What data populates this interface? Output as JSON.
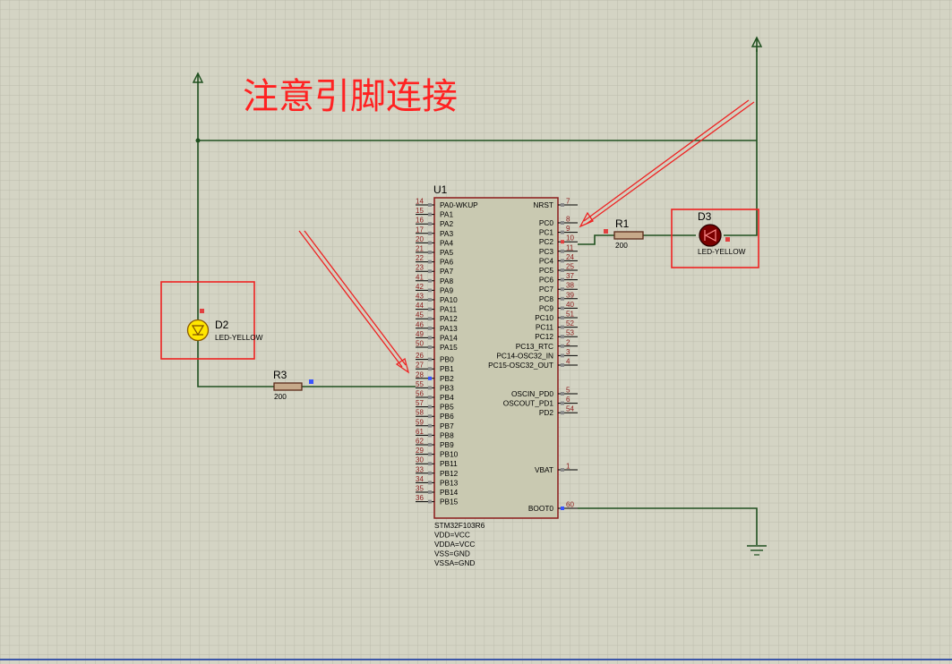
{
  "annotation": "注意引脚连接",
  "chip": {
    "ref": "U1",
    "part": "STM32F103R6",
    "power": [
      "VDD=VCC",
      "VDDA=VCC",
      "VSS=GND",
      "VSSA=GND"
    ],
    "left_pins": [
      {
        "num": "14",
        "name": "PA0-WKUP"
      },
      {
        "num": "15",
        "name": "PA1"
      },
      {
        "num": "16",
        "name": "PA2"
      },
      {
        "num": "17",
        "name": "PA3"
      },
      {
        "num": "20",
        "name": "PA4"
      },
      {
        "num": "21",
        "name": "PA5"
      },
      {
        "num": "22",
        "name": "PA6"
      },
      {
        "num": "23",
        "name": "PA7"
      },
      {
        "num": "41",
        "name": "PA8"
      },
      {
        "num": "42",
        "name": "PA9"
      },
      {
        "num": "43",
        "name": "PA10"
      },
      {
        "num": "44",
        "name": "PA11"
      },
      {
        "num": "45",
        "name": "PA12"
      },
      {
        "num": "46",
        "name": "PA13"
      },
      {
        "num": "49",
        "name": "PA14"
      },
      {
        "num": "50",
        "name": "PA15"
      },
      {
        "num": "26",
        "name": "PB0"
      },
      {
        "num": "27",
        "name": "PB1"
      },
      {
        "num": "28",
        "name": "PB2"
      },
      {
        "num": "55",
        "name": "PB3"
      },
      {
        "num": "56",
        "name": "PB4"
      },
      {
        "num": "57",
        "name": "PB5"
      },
      {
        "num": "58",
        "name": "PB6"
      },
      {
        "num": "59",
        "name": "PB7"
      },
      {
        "num": "61",
        "name": "PB8"
      },
      {
        "num": "62",
        "name": "PB9"
      },
      {
        "num": "29",
        "name": "PB10"
      },
      {
        "num": "30",
        "name": "PB11"
      },
      {
        "num": "33",
        "name": "PB12"
      },
      {
        "num": "34",
        "name": "PB13"
      },
      {
        "num": "35",
        "name": "PB14"
      },
      {
        "num": "36",
        "name": "PB15"
      }
    ],
    "right_pins": [
      {
        "num": "7",
        "name": "NRST"
      },
      {
        "num": "8",
        "name": "PC0"
      },
      {
        "num": "9",
        "name": "PC1"
      },
      {
        "num": "10",
        "name": "PC2"
      },
      {
        "num": "11",
        "name": "PC3"
      },
      {
        "num": "24",
        "name": "PC4"
      },
      {
        "num": "25",
        "name": "PC5"
      },
      {
        "num": "37",
        "name": "PC6"
      },
      {
        "num": "38",
        "name": "PC7"
      },
      {
        "num": "39",
        "name": "PC8"
      },
      {
        "num": "40",
        "name": "PC9"
      },
      {
        "num": "51",
        "name": "PC10"
      },
      {
        "num": "52",
        "name": "PC11"
      },
      {
        "num": "53",
        "name": "PC12"
      },
      {
        "num": "2",
        "name": "PC13_RTC"
      },
      {
        "num": "3",
        "name": "PC14-OSC32_IN"
      },
      {
        "num": "4",
        "name": "PC15-OSC32_OUT"
      },
      {
        "num": "5",
        "name": "OSCIN_PD0"
      },
      {
        "num": "6",
        "name": "OSCOUT_PD1"
      },
      {
        "num": "54",
        "name": "PD2"
      },
      {
        "num": "1",
        "name": "VBAT"
      },
      {
        "num": "60",
        "name": "BOOT0"
      }
    ]
  },
  "components": {
    "r1": {
      "ref": "R1",
      "value": "200"
    },
    "r3": {
      "ref": "R3",
      "value": "200"
    },
    "d2": {
      "ref": "D2",
      "value": "LED-YELLOW"
    },
    "d3": {
      "ref": "D3",
      "value": "LED-YELLOW"
    }
  },
  "colors": {
    "background": "#d4d4c4",
    "grid": "#bcbcac",
    "wire": "#1e4f1e",
    "chip_fill": "#c9c9b1",
    "chip_border": "#8b1a1a",
    "annotation": "#ff2222",
    "led_on": "#ffe600",
    "led_off": "#7a0000"
  }
}
